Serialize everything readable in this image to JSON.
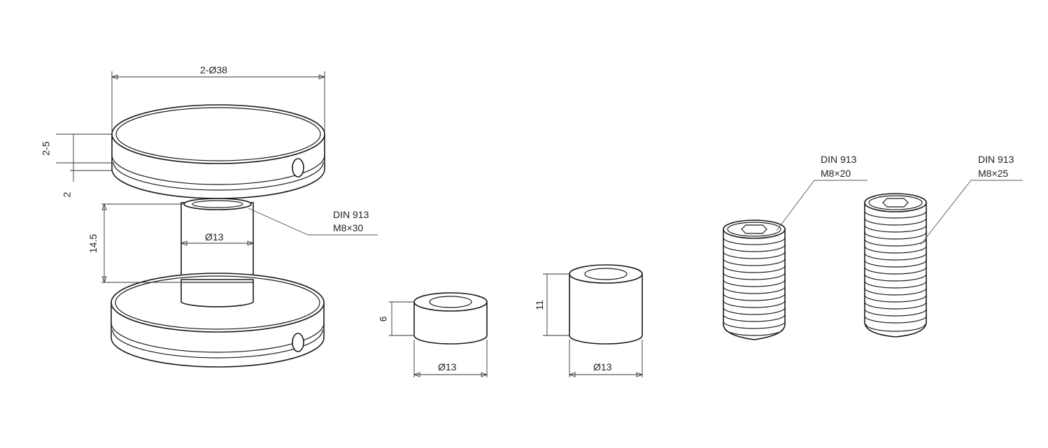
{
  "labels": {
    "disc_diameter": "2-Ø38",
    "disc_thickness": "2-5",
    "gap": "2",
    "spacer_height": "14.5",
    "spacer_diameter": "Ø13",
    "screw_main_std": "DIN 913",
    "screw_main_size": "M8×30",
    "short_spacer_height": "6",
    "short_spacer_diameter": "Ø13",
    "tall_spacer_height": "11",
    "tall_spacer_diameter": "Ø13",
    "screw_a_std": "DIN 913",
    "screw_a_size": "M8×20",
    "screw_b_std": "DIN 913",
    "screw_b_size": "M8×25"
  },
  "colors": {
    "line": "#1a1a1a",
    "text": "#222222",
    "background": "#ffffff"
  }
}
